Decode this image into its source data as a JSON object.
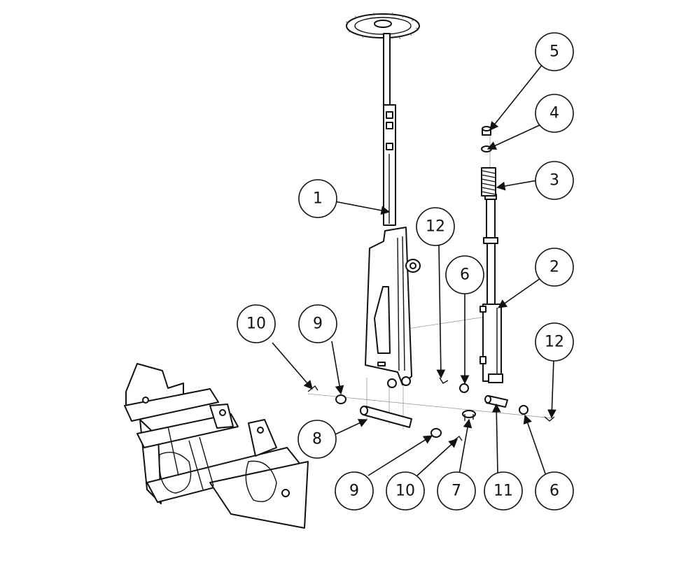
{
  "callouts": [
    {
      "label": "1"
    },
    {
      "label": "2"
    },
    {
      "label": "3"
    },
    {
      "label": "4"
    },
    {
      "label": "5"
    },
    {
      "label": "6"
    },
    {
      "label": "6"
    },
    {
      "label": "7"
    },
    {
      "label": "8"
    },
    {
      "label": "9"
    },
    {
      "label": "9"
    },
    {
      "label": "10"
    },
    {
      "label": "10"
    },
    {
      "label": "11"
    },
    {
      "label": "12"
    },
    {
      "label": "12"
    }
  ]
}
